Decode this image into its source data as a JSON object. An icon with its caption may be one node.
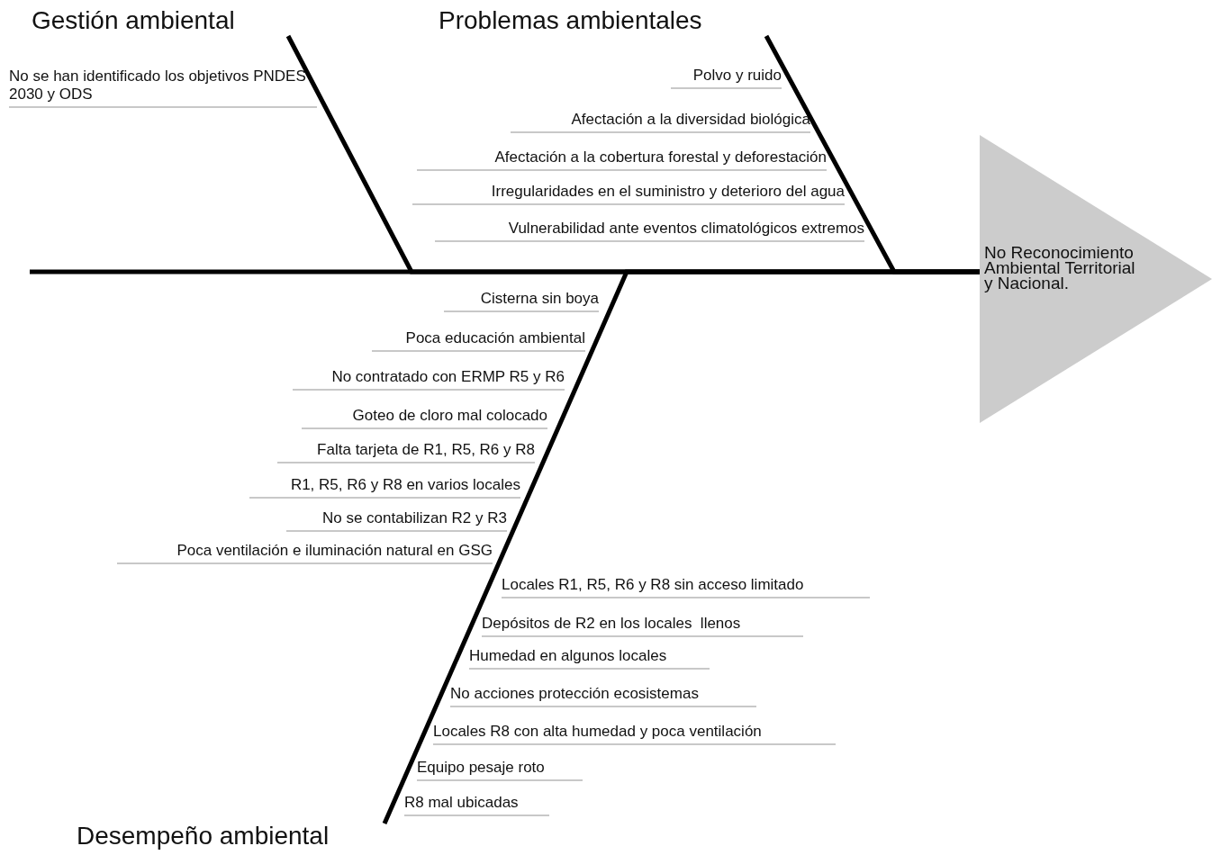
{
  "diagram": {
    "nodes": [
      {
        "text": [
          "Gestión ambiental"
        ]
      },
      {
        "text": [
          "Problemas ambientales"
        ]
      },
      {
        "text": [
          "Desempeño ambiental"
        ]
      },
      {
        "text": [
          "No Reconocimiento Ambiental Territorial y Nacional."
        ]
      }
    ],
    "edges": [
      {
        "from": 0,
        "to": 3,
        "arrow": "none"
      },
      {
        "from": 1,
        "to": 3,
        "arrow": "none"
      },
      {
        "from": 2,
        "to": 3,
        "arrow": "none"
      },
      {
        "from": null,
        "to": 3,
        "arrow": "none"
      }
    ],
    "labels": [
      "No se han identificado los objetivos PNDES 2030 y ODS",
      "Polvo y ruido",
      "Afectación a la diversidad biológica",
      "Afectación a la cobertura forestal y deforestación",
      "Irregularidades en el suministro y deterioro del agua",
      "Vulnerabilidad ante eventos climatológicos extremos",
      "Cisterna sin boya",
      "Poca educación ambiental",
      "No contratado con ERMP R5 y R6",
      "Goteo de cloro mal colocado",
      "Falta tarjeta de R1, R5, R6 y R8",
      "R1, R5, R6 y R8 en varios locales",
      "No se contabilizan R2 y R3",
      "Poca ventilación e iluminación natural en GSG",
      "Locales R1, R5, R6 y R8 sin acceso limitado",
      "Depósitos de R2 en los locales  llenos",
      "Humedad en algunos locales",
      "No acciones protección ecosistemas",
      "Locales R8 con alta humedad y poca ventilación",
      "Equipo pesaje roto",
      "R8 mal ubicadas"
    ]
  }
}
